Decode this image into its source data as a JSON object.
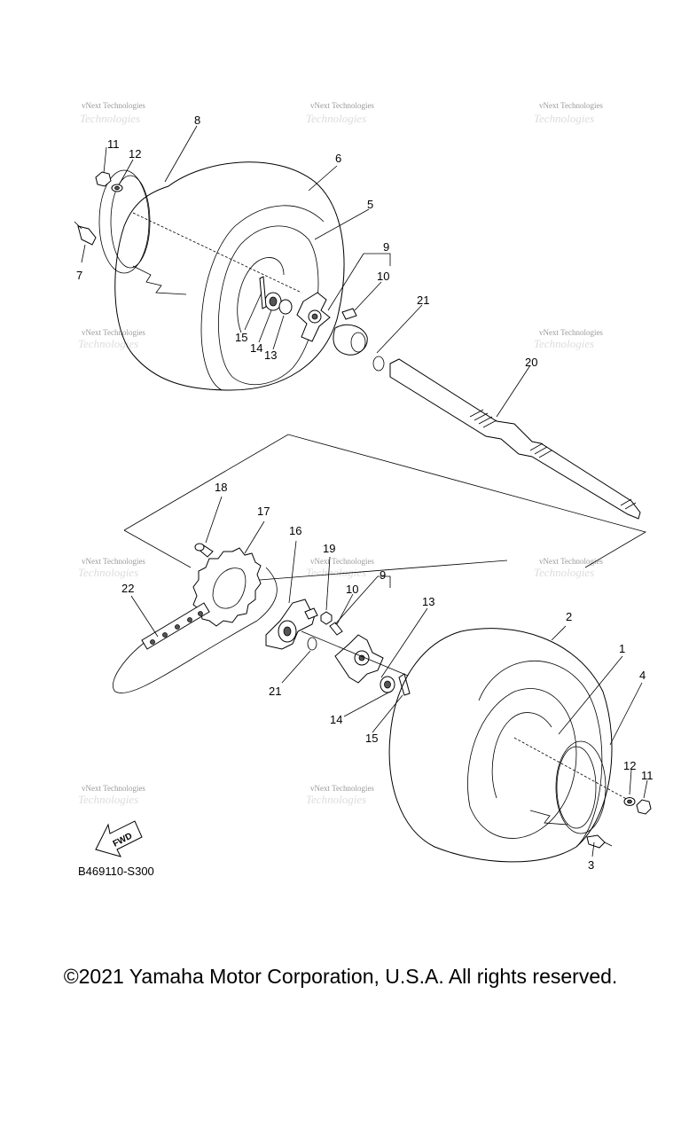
{
  "diagram_code": "B469110-S300",
  "fwd_label": "FWD",
  "copyright": "©2021 Yamaha Motor Corporation, U.S.A. All rights reserved.",
  "watermark": {
    "line1": "vNext Technologies",
    "line2": "Technologies"
  },
  "callouts": [
    "8",
    "11",
    "12",
    "6",
    "5",
    "9",
    "7",
    "10",
    "21",
    "15",
    "14",
    "13",
    "20",
    "18",
    "17",
    "16",
    "19",
    "10",
    "9",
    "22",
    "13",
    "2",
    "1",
    "4",
    "21",
    "14",
    "15",
    "12",
    "11",
    "3"
  ]
}
